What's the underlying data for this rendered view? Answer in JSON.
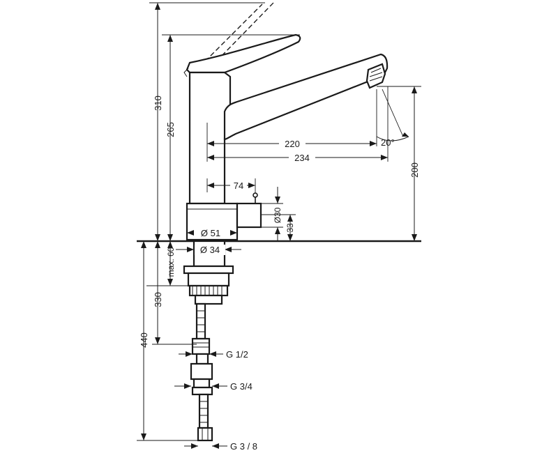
{
  "dimensions": {
    "total_height": "310",
    "spout_height": "265",
    "outlet_height": "200",
    "spout_reach_inner": "220",
    "spout_reach_outer": "234",
    "lever_offset": "74",
    "base_diameter": "Ø 51",
    "shank_diameter": "Ø 34",
    "knob_diameter": "Ø30",
    "knob_height": "33",
    "spray_angle": "20°",
    "max_deck": "max. 60",
    "shank_length": "330",
    "hose_length": "440",
    "thread_1": "G 1/2",
    "thread_2": "G 3/4",
    "thread_3": "G 3 / 8"
  }
}
